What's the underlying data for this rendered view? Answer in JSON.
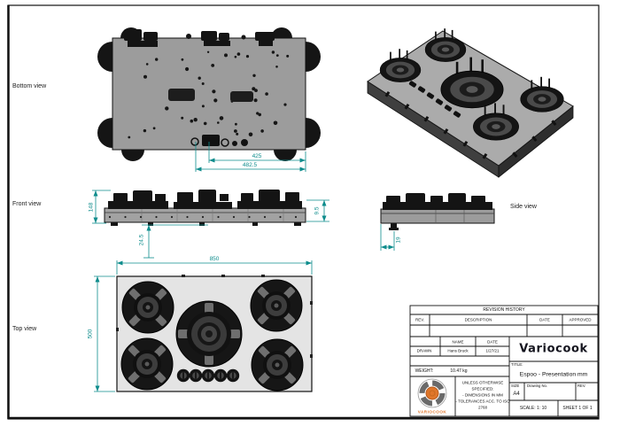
{
  "views": {
    "bottom_label": "Bottom view",
    "front_label": "Front view",
    "top_label": "Top view",
    "side_label": "Side view"
  },
  "dims": {
    "bottom_inner": "425",
    "bottom_outer": "482.5",
    "front_height": "148",
    "front_step": "9.5",
    "front_drop": "24.5",
    "side_drop": "19",
    "top_width": "850",
    "top_depth": "500"
  },
  "title_block": {
    "revision_title": "REVISION HISTORY",
    "rev_col": "REV.",
    "description_col": "DESCRIPTION",
    "date_col": "DATE",
    "approved_col": "APPROVED",
    "name_header": "NAME",
    "date_header": "DATE",
    "drawn_label": "DRAWN",
    "drawn_name": "Hans Bruck",
    "drawn_date": "1/27/21",
    "weight_label": "WEIGHT:",
    "weight_value": "10.47 kg",
    "notes": [
      "UNLESS OTHERWISE",
      "SPECIFIED:",
      "- DIMENSIONS IN MM",
      "- TOLERANCES ACC. TO ISO",
      "2768"
    ],
    "brand": "VARIOCOOK",
    "product_name": "Variocook",
    "title_label": "TITLE:",
    "title_value": "Espoo - Presentation mm",
    "size_label": "SIZE",
    "size_value": "A4",
    "dwg_no_label": "Drawing No.",
    "rev_label": "REV.",
    "scale_text": "SCALE: 1: 10",
    "sheet_text": "SHEET 1 OF 1"
  },
  "colors": {
    "dimension": "#0d8c8c",
    "accent_orange": "#e0762a"
  }
}
